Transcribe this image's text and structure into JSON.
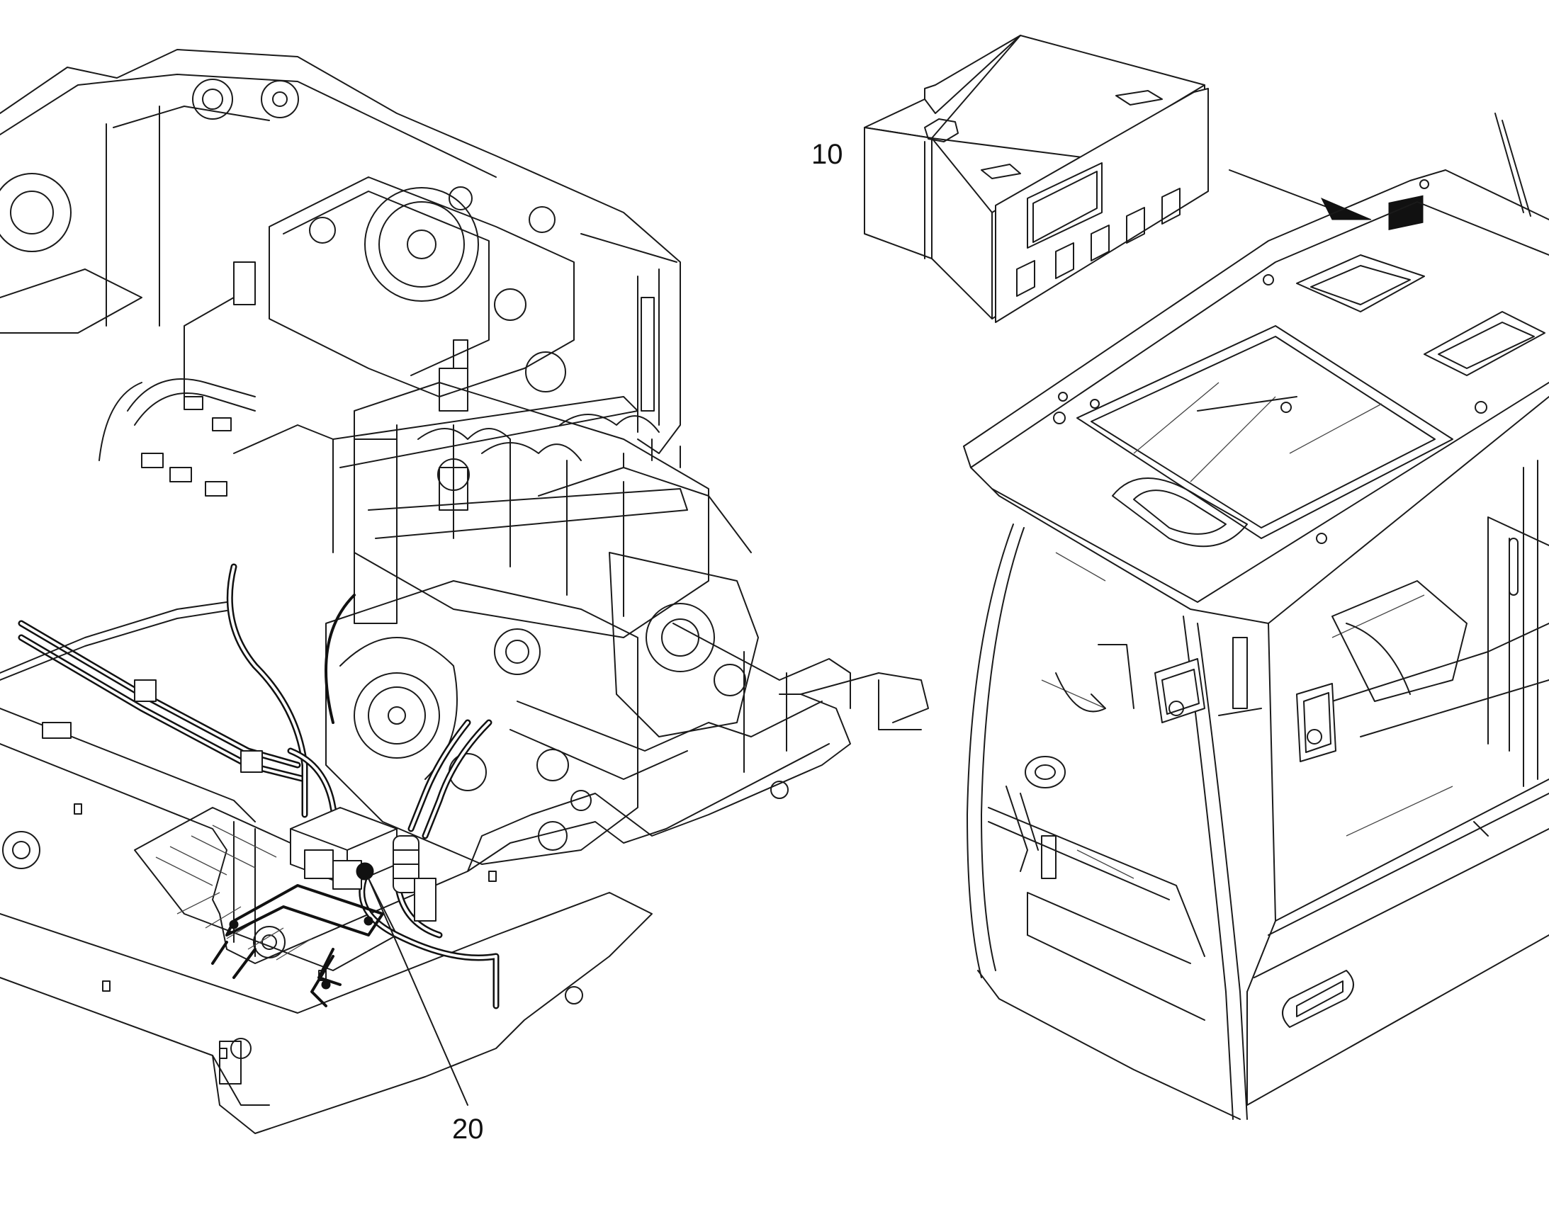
{
  "callouts": [
    {
      "id": "10",
      "label": "10"
    },
    {
      "id": "20",
      "label": "20"
    }
  ],
  "colors": {
    "line": "#1a1a1a",
    "background": "#ffffff",
    "marker": "#111111"
  },
  "icons": [
    "heater-control-panel-icon",
    "cab-icon",
    "engine-frame-icon"
  ]
}
